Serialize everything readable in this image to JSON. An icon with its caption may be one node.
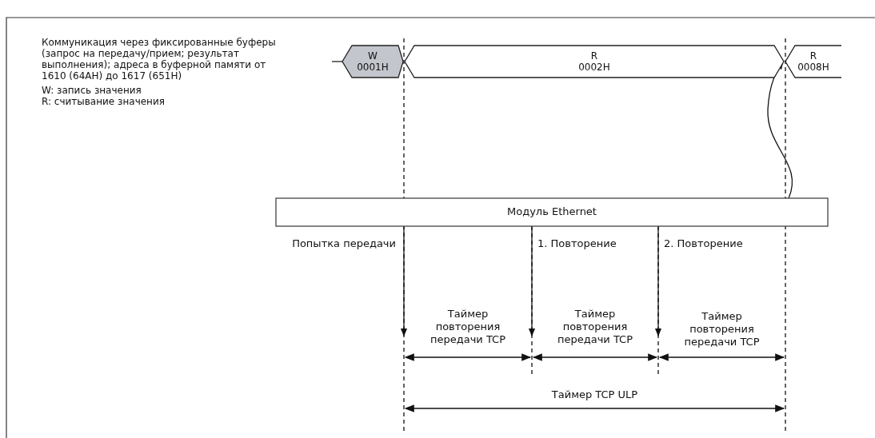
{
  "diagram": {
    "nodes": [
      {
        "text": [
          "W",
          "0001H"
        ]
      },
      {
        "text": [
          "R",
          "0002H"
        ]
      },
      {
        "text": [
          "R",
          "0008H"
        ]
      },
      {
        "text": [
          "Модуль Ethernet"
        ]
      }
    ],
    "edges": [
      {
        "from": 3,
        "to": null,
        "arrow": "to",
        "label": "Попытка передачи"
      },
      {
        "from": 3,
        "to": null,
        "arrow": "to",
        "label": "1. Повторение"
      },
      {
        "from": 3,
        "to": null,
        "arrow": "to",
        "label": "2. Повторение"
      },
      {
        "from": 3,
        "to": 2,
        "arrow": "to"
      }
    ],
    "labels": [
      "Коммуникация через фиксированные буферы (запрос на передачу/прием; результат выполнения); адреса в буферной памяти от 1610 (64AH) до 1617 (651H)",
      "W: запись значения",
      "R: считывание значения",
      "Таймер повторения передачи TCP",
      "Таймер повторения передачи TCP",
      "Таймер повторения передачи TCP",
      "Таймер TCP ULP"
    ]
  }
}
